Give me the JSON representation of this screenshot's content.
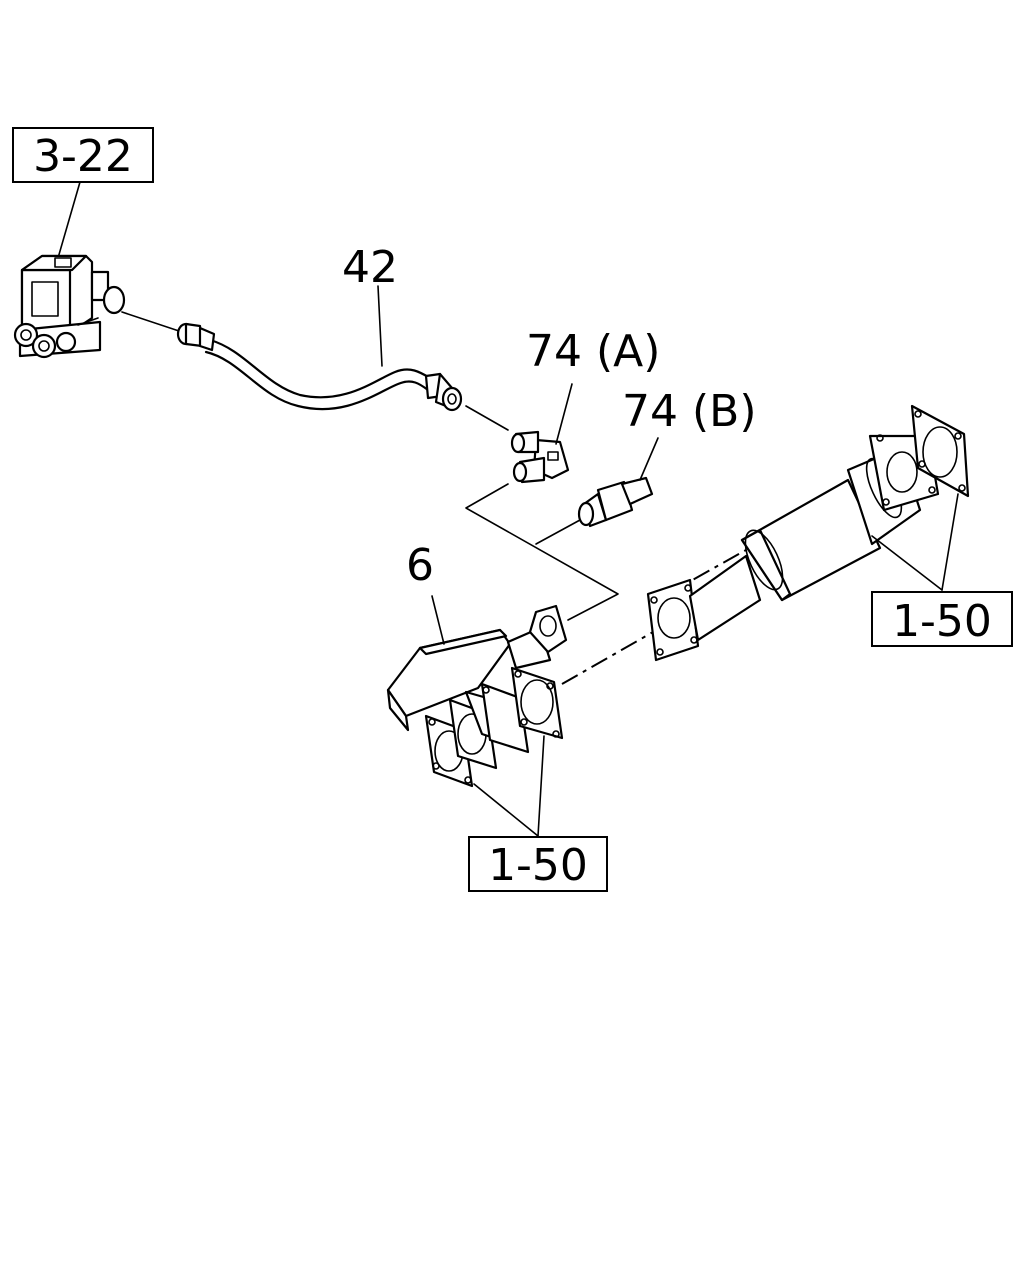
{
  "callouts": {
    "ref_3_22": "3-22",
    "ref_1_50_right": "1-50",
    "ref_1_50_bottom": "1-50",
    "part_42": "42",
    "part_74a": "74 (A)",
    "part_74b": "74 (B)",
    "part_6": "6"
  },
  "colors": {
    "line": "#000000",
    "background": "#ffffff"
  }
}
